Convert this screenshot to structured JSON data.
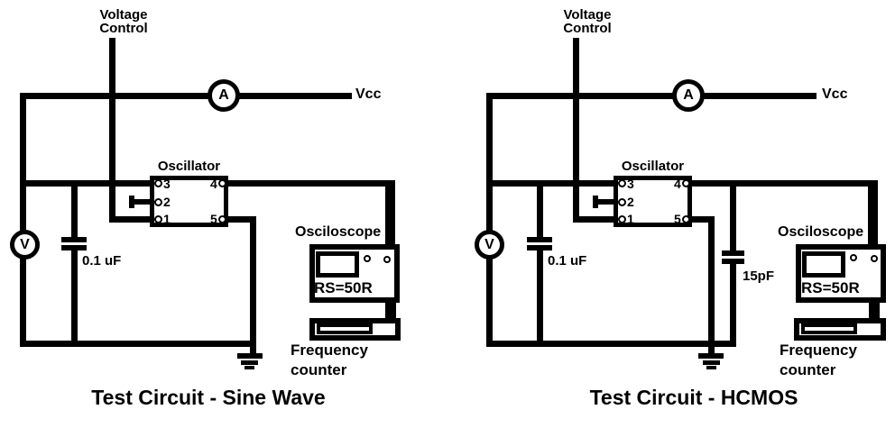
{
  "diagram": {
    "background_color": "#ffffff",
    "ink_color": "#000000",
    "description_labels": {
      "meter_types": [
        "ammeter",
        "voltmeter"
      ]
    }
  },
  "circuits": [
    {
      "title": "Test Circuit - Sine Wave",
      "voltage_control_line1": "Voltage",
      "voltage_control_line2": "Control",
      "vcc_label": "Vcc",
      "ammeter_label": "A",
      "voltmeter_label": "V",
      "oscillator": {
        "label": "Oscillator",
        "pin3": "3",
        "pin2": "2",
        "pin1": "1",
        "pin4": "4",
        "pin5": "5"
      },
      "bypass_cap_label": "0.1 uF",
      "oscilloscope": {
        "label": "Osciloscope",
        "impedance": "RS=50R"
      },
      "frequency_counter_line1": "Frequency",
      "frequency_counter_line2": "counter"
    },
    {
      "title": "Test Circuit - HCMOS",
      "voltage_control_line1": "Voltage",
      "voltage_control_line2": "Control",
      "vcc_label": "Vcc",
      "ammeter_label": "A",
      "voltmeter_label": "V",
      "oscillator": {
        "label": "Oscillator",
        "pin3": "3",
        "pin2": "2",
        "pin1": "1",
        "pin4": "4",
        "pin5": "5"
      },
      "bypass_cap_label": "0.1 uF",
      "load_cap_label": "15pF",
      "oscilloscope": {
        "label": "Osciloscope",
        "impedance": "RS=50R"
      },
      "frequency_counter_line1": "Frequency",
      "frequency_counter_line2": "counter"
    }
  ]
}
